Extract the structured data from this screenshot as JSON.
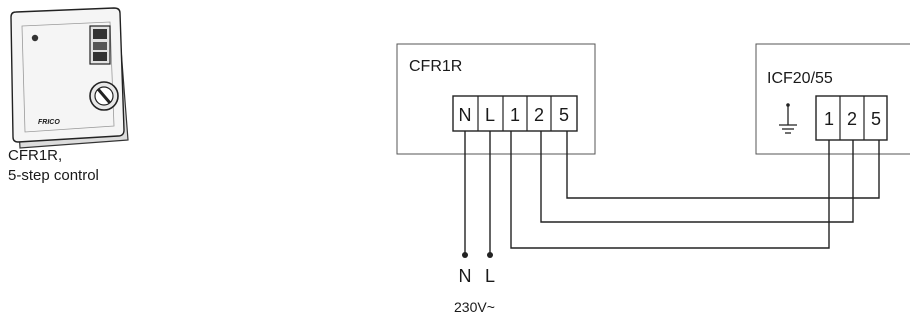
{
  "product": {
    "caption_line1": "CFR1R,",
    "caption_line2": "5-step control",
    "brand_mark": "FRICO"
  },
  "controller": {
    "label": "CFR1R",
    "terminals": [
      "N",
      "L",
      "1",
      "2",
      "5"
    ]
  },
  "heater": {
    "label": "ICF20/55",
    "terminals": [
      "1",
      "2",
      "5"
    ],
    "earth_symbol": "earth-icon"
  },
  "supply": {
    "neutral": "N",
    "live": "L",
    "voltage": "230V~"
  },
  "colors": {
    "line": "#1a1a1a",
    "box_border": "#555555",
    "device_body": "#f4f4f4"
  }
}
